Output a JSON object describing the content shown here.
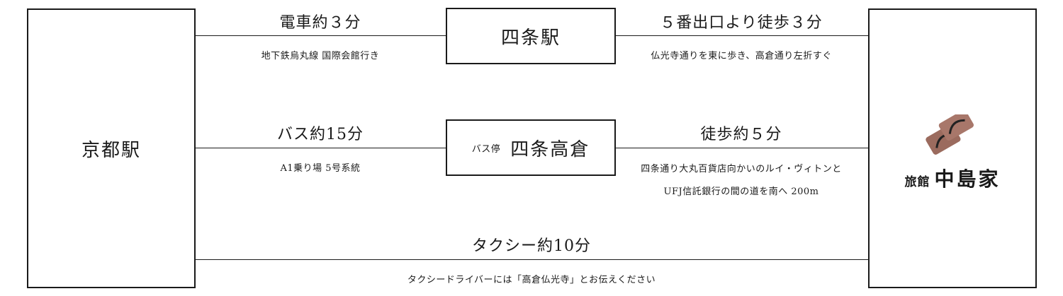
{
  "origin": {
    "name": "京都駅"
  },
  "destination": {
    "subname": "旅館",
    "name": "中島家"
  },
  "routes": {
    "train": {
      "leg1_label": "電車約３分",
      "leg1_note": "地下鉄烏丸線 国際会館行き",
      "stop": "四条駅",
      "leg2_label": "５番出口より徒歩３分",
      "leg2_note": "仏光寺通りを東に歩き、高倉通り左折すぐ"
    },
    "bus": {
      "leg1_label": "バス約15分",
      "leg1_note": "A1乗り場 5号系統",
      "stop_prefix": "バス停",
      "stop": "四条高倉",
      "leg2_label": "徒歩約５分",
      "leg2_note_line1": "四条通り大丸百貨店向かいのルイ・ヴィトンと",
      "leg2_note_line2": "UFJ信託銀行の間の道を南へ 200m"
    },
    "taxi": {
      "label": "タクシー約10分",
      "note": "タクシードライバーには「高倉仏光寺」とお伝えください"
    }
  },
  "colors": {
    "line": "#1a1a1a",
    "logo": "#9b6b5e"
  }
}
